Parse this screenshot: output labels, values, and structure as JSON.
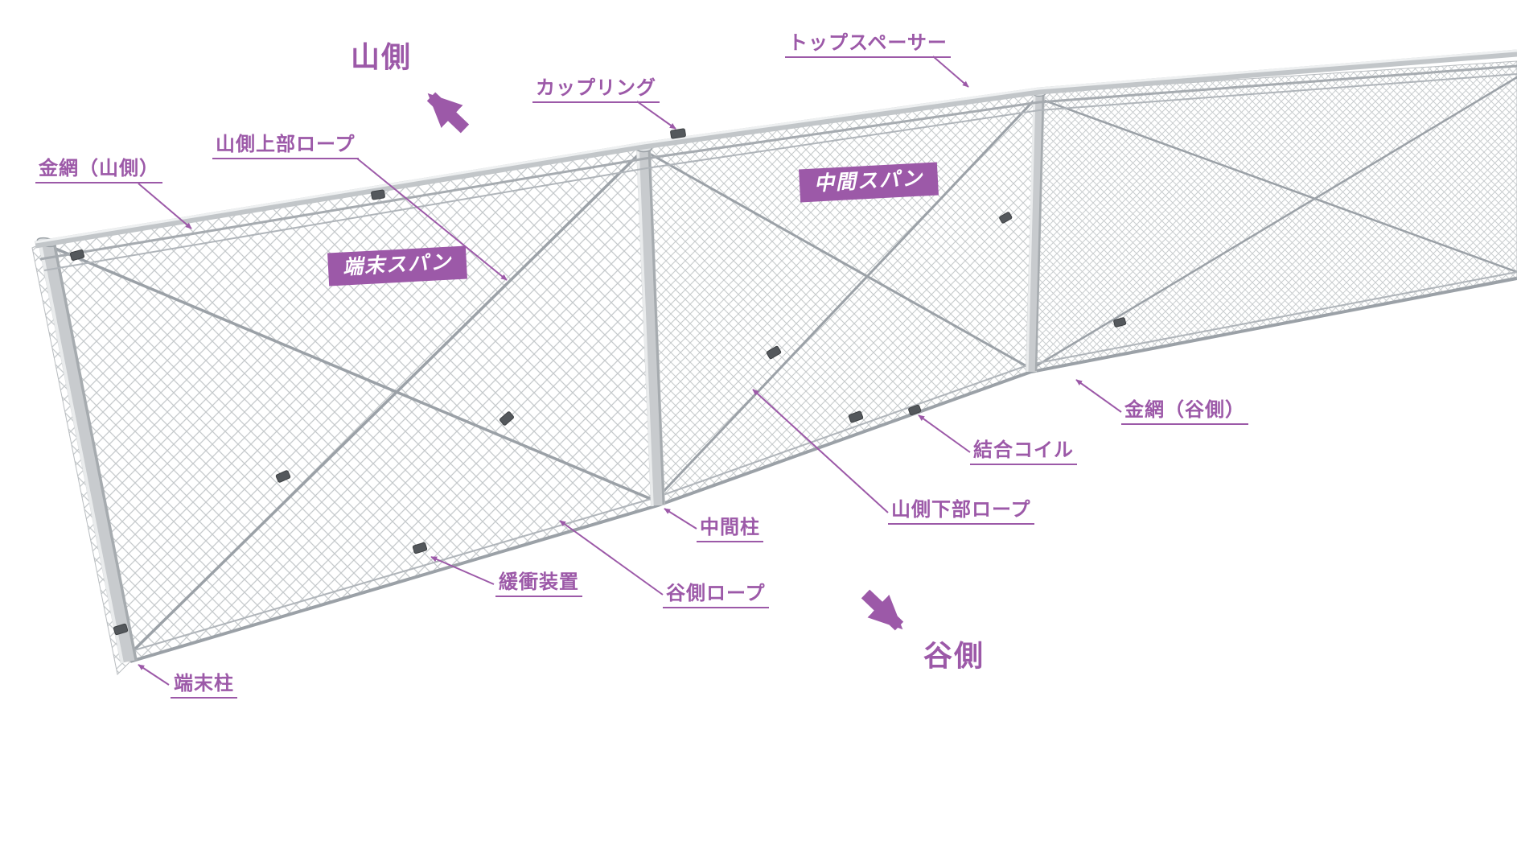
{
  "colors": {
    "accent": "#9c59a8",
    "badge_bg": "#9c59a8",
    "badge_text": "#ffffff",
    "steel_light": "#c8cbce",
    "rope_gray": "#9ba1a7"
  },
  "direction": {
    "mountain": "山側",
    "valley": "谷側"
  },
  "badges": {
    "end_span": "端末スパン",
    "mid_span": "中間スパン"
  },
  "labels": {
    "top_spacer": "トップスペーサー",
    "coupling": "カップリング",
    "mountain_upper_rope": "山側上部ロープ",
    "mesh_mountain": "金網（山側）",
    "mesh_valley": "金網（谷側）",
    "joint_coil": "結合コイル",
    "mountain_lower_rope": "山側下部ロープ",
    "mid_post": "中間柱",
    "valley_rope": "谷側ロープ",
    "buffer_device": "緩衝装置",
    "end_post": "端末柱"
  }
}
